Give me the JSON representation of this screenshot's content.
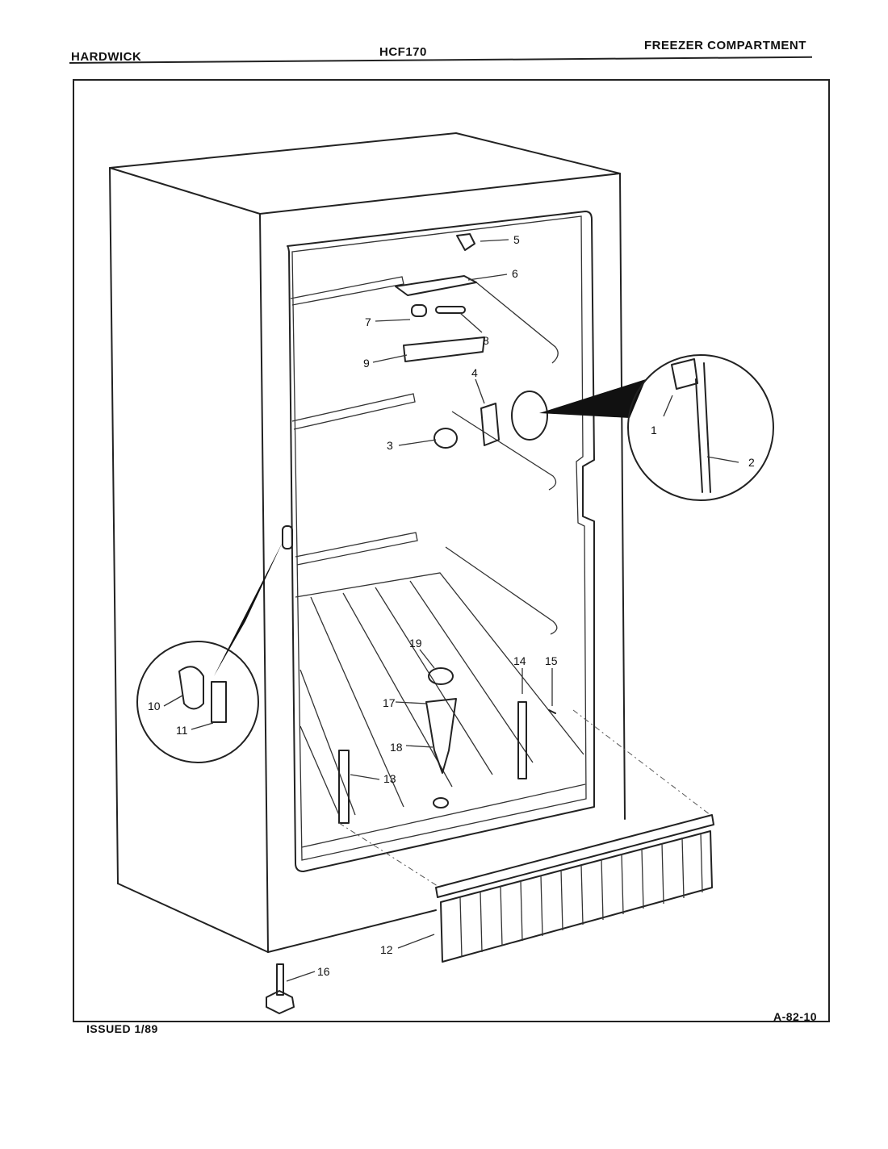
{
  "header": {
    "brand": "HARDWICK",
    "model": "HCF170",
    "section": "FREEZER COMPARTMENT"
  },
  "footer": {
    "issued": "ISSUED 1/89",
    "drawing_number": "A-82-10"
  },
  "callouts": [
    "1",
    "2",
    "3",
    "4",
    "5",
    "6",
    "7",
    "8",
    "9",
    "10",
    "11",
    "12",
    "13",
    "14",
    "15",
    "16",
    "17",
    "18",
    "19"
  ]
}
